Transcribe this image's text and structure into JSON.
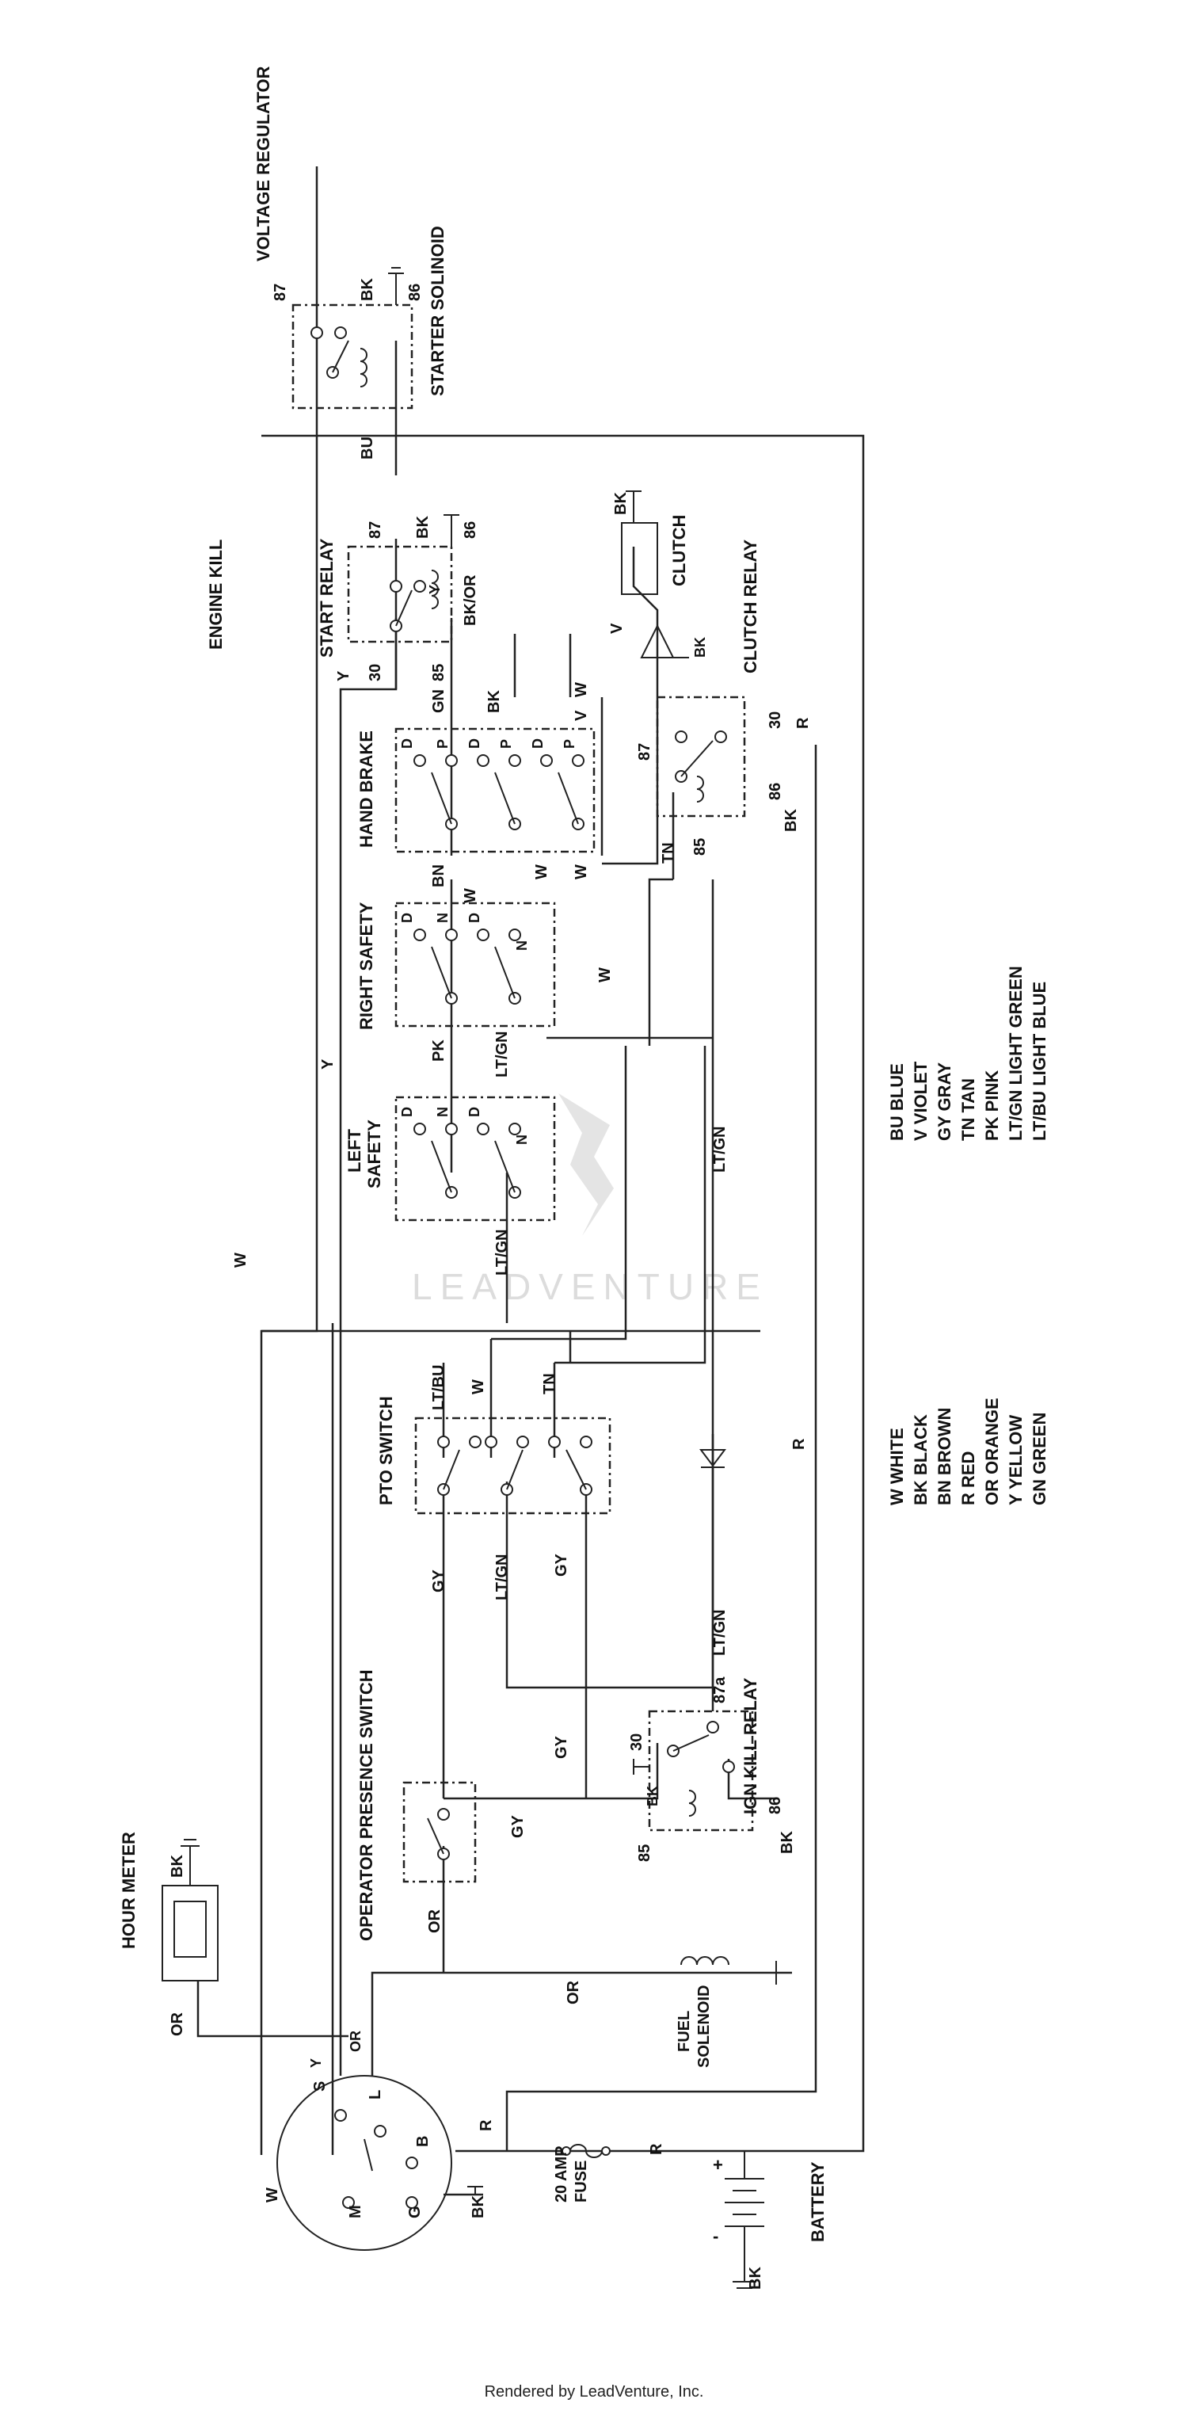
{
  "components": {
    "voltage_regulator": "VOLTAGE REGULATOR",
    "starter_solenoid": "STARTER SOLINOID",
    "engine_kill": "ENGINE KILL",
    "start_relay": "START RELAY",
    "clutch": "CLUTCH",
    "clutch_relay": "CLUTCH RELAY",
    "hand_brake": "HAND BRAKE",
    "right_safety": "RIGHT SAFETY",
    "left_safety_1": "LEFT",
    "left_safety_2": "SAFETY",
    "pto_switch": "PTO SWITCH",
    "operator_presence_switch": "OPERATOR PRESENCE SWITCH",
    "ign_kill_relay": "IGN KILL RELAY",
    "hour_meter": "HOUR METER",
    "fuel_solenoid_1": "FUEL",
    "fuel_solenoid_2": "SOLENOID",
    "fuse_1": "20 AMP",
    "fuse_2": "FUSE",
    "battery": "BATTERY"
  },
  "pins": {
    "p87": "87",
    "p86": "86",
    "p85": "85",
    "p30": "30",
    "p87a": "87a",
    "D": "D",
    "P": "P",
    "N": "N",
    "S": "S",
    "L": "L",
    "B": "B",
    "M": "M",
    "G": "G",
    "plus": "+",
    "minus": "-"
  },
  "wires": {
    "W": "W",
    "BK": "BK",
    "BN": "BN",
    "R": "R",
    "OR": "OR",
    "Y": "Y",
    "GN": "GN",
    "BU": "BU",
    "V": "V",
    "GY": "GY",
    "TN": "TN",
    "PK": "PK",
    "LTGN": "LT/GN",
    "LTBU": "LT/BU",
    "BKOR": "BK/OR"
  },
  "legend": {
    "left": [
      "W WHITE",
      "BK BLACK",
      "BN BROWN",
      "R RED",
      "OR ORANGE",
      "Y YELLOW",
      "GN GREEN"
    ],
    "right": [
      "BU BLUE",
      "V VIOLET",
      "GY GRAY",
      "TN TAN",
      "PK PINK",
      "LT/GN LIGHT GREEN",
      "LT/BU LIGHT BLUE"
    ]
  },
  "watermark": "LEADVENTURE",
  "footer": "Rendered by LeadVenture, Inc."
}
